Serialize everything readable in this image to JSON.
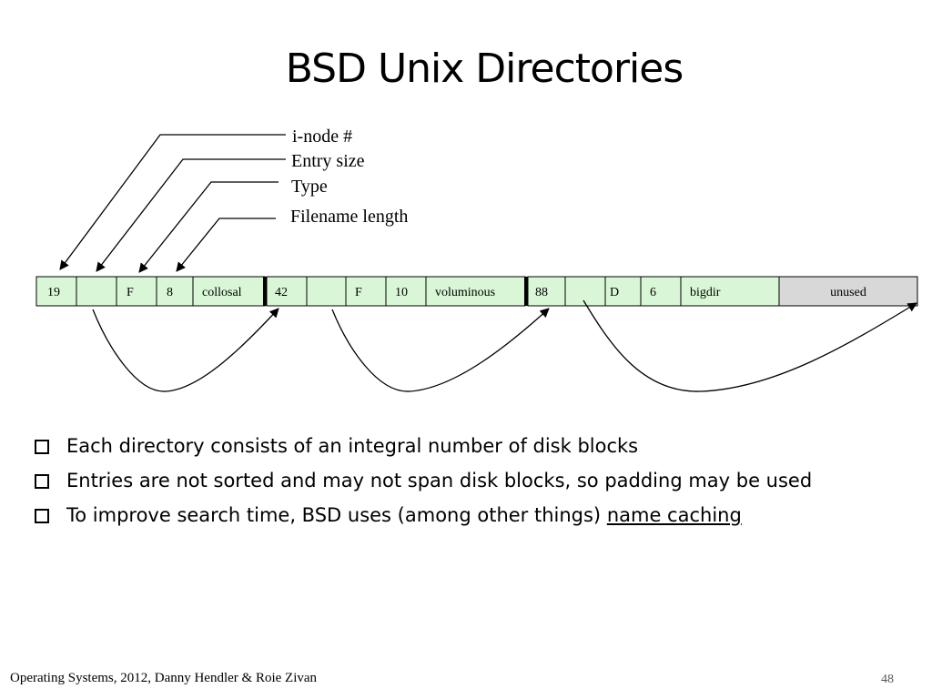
{
  "slide": {
    "title": "BSD Unix  Directories",
    "footer": "Operating Systems, 2012, Danny Hendler & Roie Zivan",
    "page_number": "48"
  },
  "labels": {
    "inode": "i-node #",
    "entry_size": "Entry size",
    "type": "Type",
    "filename_length": "Filename length"
  },
  "cells": [
    "19",
    "",
    "F",
    "8",
    "collosal",
    "42",
    "",
    "F",
    "10",
    "voluminous",
    "88",
    "",
    "D",
    "6",
    "bigdir",
    "unused"
  ],
  "colors": {
    "cell_fill": "#d9f7d6",
    "unused_fill": "#d8d8d8",
    "stroke": "#000000"
  },
  "bullets": [
    {
      "text": "Each directory consists of an integral number of disk blocks",
      "link": ""
    },
    {
      "text": "Entries are not sorted and may not span disk blocks, so padding may be used",
      "link": ""
    },
    {
      "text": "To improve search time, BSD uses (among other things) ",
      "link": "name caching"
    }
  ]
}
